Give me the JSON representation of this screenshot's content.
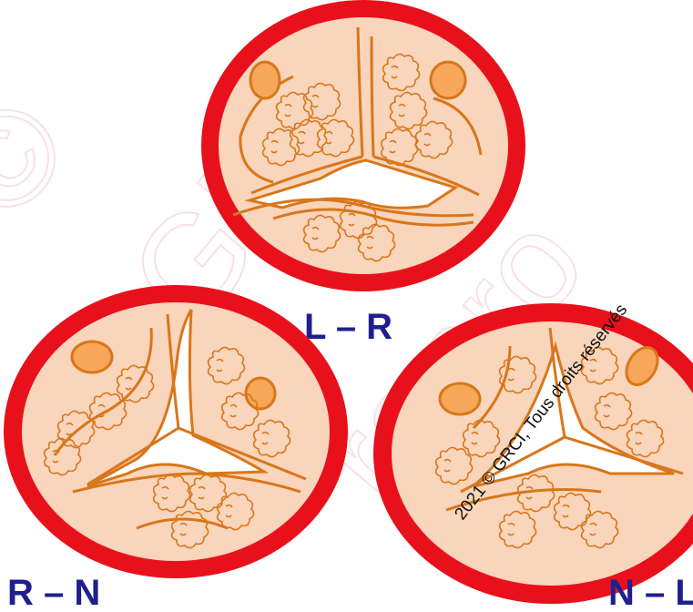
{
  "labels": {
    "top": "L – R",
    "bottom_left": "R – N",
    "bottom_right": "N – L"
  },
  "watermark": "2021 © GRCI, Tous droits réservés",
  "colors": {
    "ring": "#e8111b",
    "fill": "#f8d5bb",
    "line": "#d9761a",
    "lumen": "#ffffff",
    "label": "#1f1f8f",
    "oval": "#f7a75a"
  }
}
